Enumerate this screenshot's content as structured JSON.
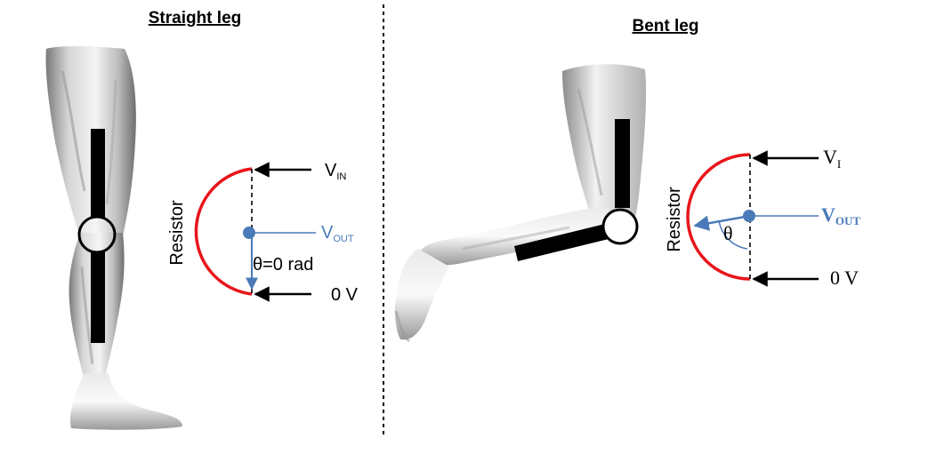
{
  "colors": {
    "resistor_arc": "#e8151b",
    "output_blue": "#4a7ab8",
    "sensor_bar": "#000000",
    "divider": "#000000"
  },
  "straight_leg": {
    "title": "Straight leg",
    "resistor_label": "Resistor",
    "vin_main": "V",
    "vin_sub": "IN",
    "vout_main": "V",
    "vout_sub": "OUT",
    "angle_label": "θ=0 rad",
    "ground_label": "0 V"
  },
  "bent_leg": {
    "title": "Bent leg",
    "resistor_label": "Resistor",
    "vin_main": "V",
    "vin_sub": "I",
    "vout_main": "V",
    "vout_sub": "OUT",
    "angle_label": "θ",
    "ground_label": "0 V"
  }
}
